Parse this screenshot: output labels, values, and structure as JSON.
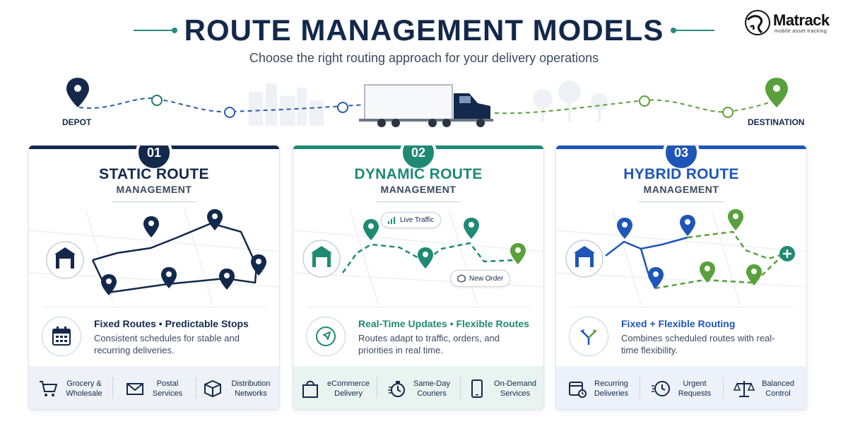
{
  "header": {
    "title": "ROUTE MANAGEMENT MODELS",
    "subtitle": "Choose the right routing approach for your delivery operations"
  },
  "logo": {
    "word": "Matrack",
    "tagline": "mobile asset tracking"
  },
  "route": {
    "start_label": "DEPOT",
    "end_label": "DESTINATION"
  },
  "colors": {
    "navy": "#13294b",
    "teal": "#1f8a74",
    "blue": "#1e56b8",
    "green": "#5aa03c"
  },
  "cards": [
    {
      "number": "01",
      "title": "STATIC ROUTE",
      "subtitle": "MANAGEMENT",
      "feature_icon": "calendar-icon",
      "feature_title": "Fixed Routes • Predictable Stops",
      "feature_desc": "Consistent schedules for stable and recurring deliveries.",
      "uses": [
        {
          "icon": "cart-icon",
          "label": "Grocery & Wholesale"
        },
        {
          "icon": "mail-icon",
          "label": "Postal Services"
        },
        {
          "icon": "box-icon",
          "label": "Distribution Networks"
        }
      ]
    },
    {
      "number": "02",
      "title": "DYNAMIC ROUTE",
      "subtitle": "MANAGEMENT",
      "feature_icon": "navigation-icon",
      "feature_title": "Real-Time Updates • Flexible Routes",
      "feature_desc": "Routes adapt to traffic, orders, and priorities in real time.",
      "tags": {
        "live": "Live Traffic",
        "order": "New Order"
      },
      "uses": [
        {
          "icon": "bag-icon",
          "label": "eCommerce Delivery"
        },
        {
          "icon": "stopwatch-icon",
          "label": "Same-Day Couriers"
        },
        {
          "icon": "phone-icon",
          "label": "On-Demand Services"
        }
      ]
    },
    {
      "number": "03",
      "title": "HYBRID ROUTE",
      "subtitle": "MANAGEMENT",
      "feature_icon": "split-arrows-icon",
      "feature_title": "Fixed + Flexible Routing",
      "feature_desc": "Combines scheduled routes with real-time flexibility.",
      "uses": [
        {
          "icon": "calendar-clock-icon",
          "label": "Recurring Deliveries"
        },
        {
          "icon": "fast-clock-icon",
          "label": "Urgent Requests"
        },
        {
          "icon": "scale-icon",
          "label": "Balanced Control"
        }
      ]
    }
  ]
}
